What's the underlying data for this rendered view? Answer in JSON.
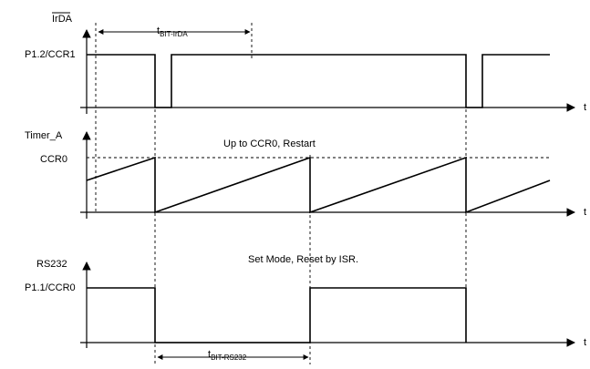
{
  "irda": {
    "label_top": "IrDA",
    "label_bottom": "P1.2/CCR1",
    "time_label": "t",
    "dimension_main": "t",
    "dimension_sub": "BIT-IrDA"
  },
  "timer": {
    "label_top": "Timer_A",
    "label_bottom": "CCR0",
    "time_label": "t",
    "annotation": "Up to CCR0, Restart"
  },
  "rs232": {
    "label_top": "RS232",
    "label_bottom": "P1.1/CCR0",
    "time_label": "t",
    "annotation": "Set Mode, Reset by ISR.",
    "dimension_main": "t",
    "dimension_sub": "BIT-RS232"
  },
  "colors": {
    "stroke": "#000000",
    "background": "#ffffff"
  }
}
